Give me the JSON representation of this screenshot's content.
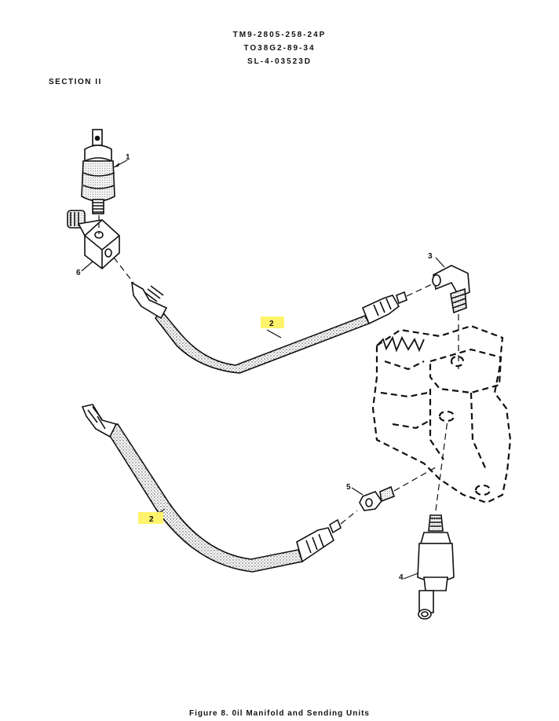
{
  "header": {
    "line1": "TM9-2805-258-24P",
    "line2": "TO38G2-89-34",
    "line3": "SL-4-03523D"
  },
  "section": "SECTION II",
  "figure": {
    "caption": "Figure 8. 0il Manifold and Sending Units",
    "callouts": [
      "1",
      "2",
      "3",
      "2",
      "4",
      "5",
      "6"
    ],
    "highlight_color": "#fff36b"
  }
}
